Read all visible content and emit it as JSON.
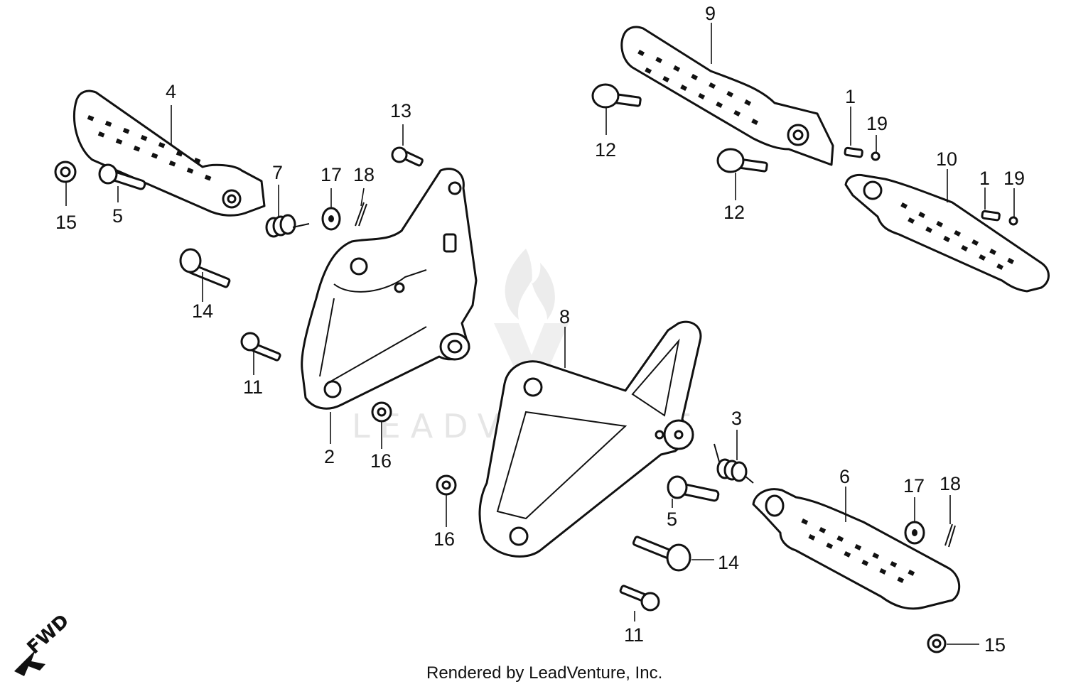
{
  "watermark": {
    "brand": "LEADVENTURE"
  },
  "fwd_marker": {
    "label": "FWD"
  },
  "credit": "Rendered by LeadVenture, Inc.",
  "callouts": {
    "p1a": "1",
    "p1b": "1",
    "p2": "2",
    "p3": "3",
    "p4": "4",
    "p5a": "5",
    "p5b": "5",
    "p6": "6",
    "p7": "7",
    "p8": "8",
    "p9": "9",
    "p10": "10",
    "p11a": "11",
    "p11b": "11",
    "p12a": "12",
    "p12b": "12",
    "p13": "13",
    "p14a": "14",
    "p14b": "14",
    "p15a": "15",
    "p15b": "15",
    "p16a": "16",
    "p16b": "16",
    "p17a": "17",
    "p17b": "17",
    "p18a": "18",
    "p18b": "18",
    "p19a": "19",
    "p19b": "19"
  }
}
